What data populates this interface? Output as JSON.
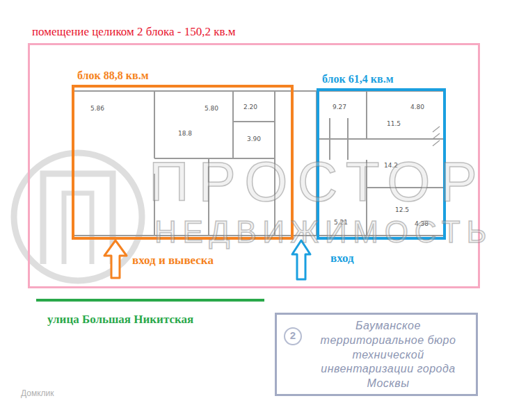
{
  "diagram": {
    "nodes": [
      {
        "text": [
          "помещение целиком 2 блока - 150,2 кв.м"
        ]
      },
      {
        "text": [
          "блок 88,8 кв.м"
        ],
        "in": 0
      },
      {
        "text": [
          "блок 61,4 кв.м"
        ],
        "in": 0
      },
      {
        "text": [
          "2",
          "Бауманское территориальное бюро технической инвентаризации города Москвы"
        ]
      }
    ],
    "labels": [
      "вход и вывеска",
      "вход",
      "улица Большая Никитская",
      "ПРОСТОР",
      "НЕДВИЖИМОСТЬ",
      "Домклик",
      "5.86",
      "5.80",
      "2.20",
      "18.8",
      "3.90",
      "9.27",
      "4.80",
      "11.5",
      "14.2",
      "12.5",
      "4.38",
      "5.21"
    ]
  }
}
